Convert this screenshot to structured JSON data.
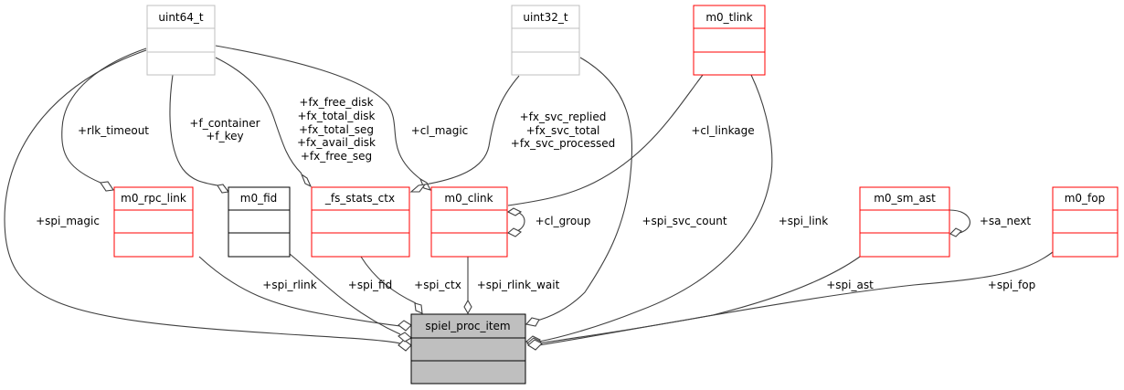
{
  "diagram": {
    "type": "collaboration-graph",
    "nodes": [
      {
        "id": "uint64_t",
        "label": "uint64_t",
        "style": "undocumented"
      },
      {
        "id": "uint32_t",
        "label": "uint32_t",
        "style": "undocumented"
      },
      {
        "id": "m0_tlink",
        "label": "m0_tlink",
        "style": "documented-truncated"
      },
      {
        "id": "m0_rpc_link",
        "label": "m0_rpc_link",
        "style": "documented-truncated"
      },
      {
        "id": "m0_fid",
        "label": "m0_fid",
        "style": "documented"
      },
      {
        "id": "_fs_stats_ctx",
        "label": "_fs_stats_ctx",
        "style": "documented-truncated"
      },
      {
        "id": "m0_clink",
        "label": "m0_clink",
        "style": "documented-truncated"
      },
      {
        "id": "m0_sm_ast",
        "label": "m0_sm_ast",
        "style": "documented-truncated"
      },
      {
        "id": "m0_fop",
        "label": "m0_fop",
        "style": "documented-truncated"
      },
      {
        "id": "spiel_proc_item",
        "label": "spiel_proc_item",
        "style": "focus"
      }
    ],
    "edges": [
      {
        "from": "uint64_t",
        "to": "m0_rpc_link",
        "label": [
          "+rlk_timeout"
        ]
      },
      {
        "from": "uint64_t",
        "to": "m0_fid",
        "label": [
          "+f_container",
          "+f_key"
        ]
      },
      {
        "from": "uint64_t",
        "to": "_fs_stats_ctx",
        "label": [
          "+fx_free_disk",
          "+fx_total_disk",
          "+fx_total_seg",
          "+fx_avail_disk",
          "+fx_free_seg"
        ]
      },
      {
        "from": "uint64_t",
        "to": "m0_clink",
        "label": [
          "+cl_magic"
        ]
      },
      {
        "from": "uint64_t",
        "to": "spiel_proc_item",
        "label": [
          "+spi_magic"
        ]
      },
      {
        "from": "uint32_t",
        "to": "_fs_stats_ctx",
        "label": [
          "+fx_svc_replied",
          "+fx_svc_total",
          "+fx_svc_processed"
        ]
      },
      {
        "from": "uint32_t",
        "to": "spiel_proc_item",
        "label": [
          "+spi_svc_count"
        ]
      },
      {
        "from": "m0_tlink",
        "to": "m0_clink",
        "label": [
          "+cl_linkage"
        ]
      },
      {
        "from": "m0_tlink",
        "to": "spiel_proc_item",
        "label": [
          "+spi_link"
        ]
      },
      {
        "from": "m0_clink",
        "to": "m0_clink",
        "label": [
          "+cl_group"
        ]
      },
      {
        "from": "m0_sm_ast",
        "to": "m0_sm_ast",
        "label": [
          "+sa_next"
        ]
      },
      {
        "from": "m0_rpc_link",
        "to": "spiel_proc_item",
        "label": [
          "+spi_rlink"
        ]
      },
      {
        "from": "m0_fid",
        "to": "spiel_proc_item",
        "label": [
          "+spi_fid"
        ]
      },
      {
        "from": "_fs_stats_ctx",
        "to": "spiel_proc_item",
        "label": [
          "+spi_ctx"
        ]
      },
      {
        "from": "m0_clink",
        "to": "spiel_proc_item",
        "label": [
          "+spi_rlink_wait"
        ]
      },
      {
        "from": "m0_sm_ast",
        "to": "spiel_proc_item",
        "label": [
          "+spi_ast"
        ]
      },
      {
        "from": "m0_fop",
        "to": "spiel_proc_item",
        "label": [
          "+spi_fop"
        ]
      }
    ],
    "colors": {
      "undocumented_border": "#bfbfbf",
      "truncated_border": "#ff0000",
      "documented_border": "#000000",
      "focus_fill": "#bfbfbf",
      "edge": "#404040"
    }
  }
}
